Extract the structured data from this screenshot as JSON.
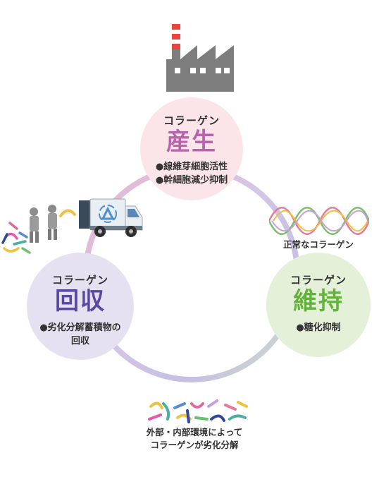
{
  "nodes": {
    "production": {
      "subtitle": "コラーゲン",
      "title": "産生",
      "items": [
        "●線維芽細胞活性",
        "●幹細胞減少抑制"
      ],
      "fill": "#fbe5e8",
      "title_color": "#b864ad"
    },
    "maintenance": {
      "subtitle": "コラーゲン",
      "title": "維持",
      "items": [
        "●糖化抑制"
      ],
      "fill": "#e5f0d9",
      "title_color": "#62b23b"
    },
    "recovery": {
      "subtitle": "コラーゲン",
      "title": "回収",
      "items": [
        "●劣化分解蓄積物の",
        "回収"
      ],
      "fill": "#e6e1f0",
      "title_color": "#5a49a0"
    }
  },
  "captions": {
    "normal_collagen": "正常なコラーゲン",
    "degradation_line1": "外部・内部環境によって",
    "degradation_line2": "コラーゲンが劣化分解"
  },
  "icons": [
    "factory-icon",
    "garbage-truck-icon",
    "recycle-icon",
    "workers-icon",
    "dna-helix-icon",
    "fragments-icon"
  ]
}
